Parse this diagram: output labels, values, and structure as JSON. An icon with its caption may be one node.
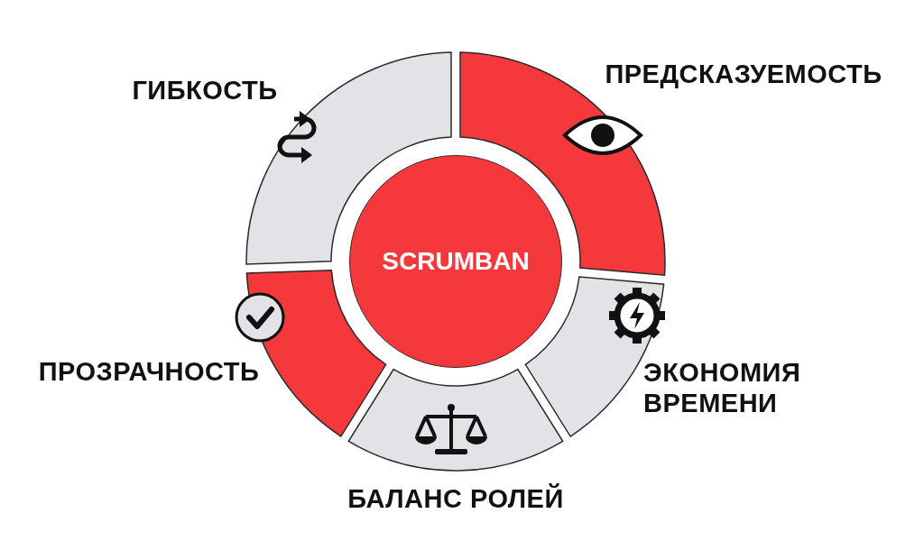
{
  "diagram": {
    "nodes": [
      {
        "text": [
          "SCRUMBAN"
        ]
      },
      {
        "text": [
          "ГИБКОСТЬ"
        ]
      },
      {
        "text": [
          "ПРЕДСКАЗУЕМОСТЬ"
        ]
      },
      {
        "text": [
          "ЭКОНОМИЯ ВРЕМЕНИ"
        ]
      },
      {
        "text": [
          "БАЛАНС РОЛЕЙ"
        ]
      },
      {
        "text": [
          "ПРОЗРАЧНОСТЬ"
        ]
      }
    ]
  }
}
